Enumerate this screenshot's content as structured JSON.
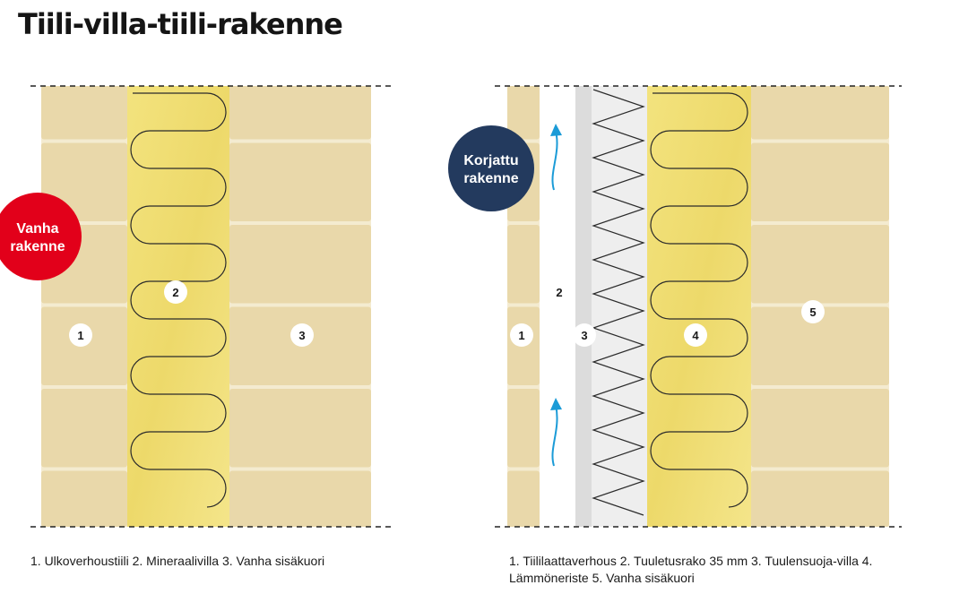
{
  "title": "Tiili-villa-tiili-rakenne",
  "colors": {
    "brick": "#E9D8AA",
    "mortar": "#F4EBD0",
    "wool": "#F1E07A",
    "old_badge": "#E2001A",
    "new_badge": "#233A5E",
    "arrow": "#1B9BD7"
  },
  "left": {
    "badge": [
      "Vanha",
      "rakenne"
    ],
    "labels": [
      "1",
      "2",
      "3"
    ],
    "caption": "1. Ulkoverhoustiili 2. Mineraalivilla 3. Vanha sisäkuori"
  },
  "right": {
    "badge": [
      "Korjattu",
      "rakenne"
    ],
    "labels": [
      "1",
      "2",
      "3",
      "4",
      "5"
    ],
    "caption": "1. Tiililaattaverhous 2. Tuuletusrako 35 mm 3. Tuulensuoja-villa 4. Lämmöneriste 5. Vanha sisäkuori"
  }
}
